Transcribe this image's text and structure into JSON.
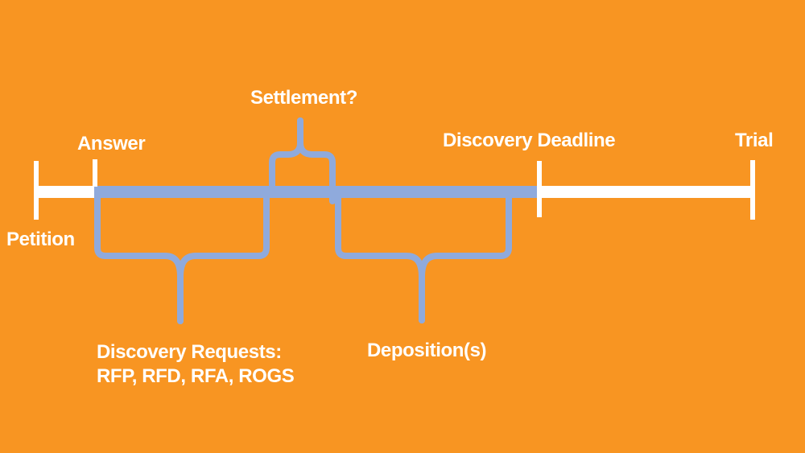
{
  "colors": {
    "background": "#F89522",
    "brace_blue": "#8FAADC",
    "line_white": "#FFFFFF",
    "text_white": "#FFFFFF"
  },
  "diagram": {
    "type": "litigation-timeline",
    "milestones": [
      {
        "id": "petition",
        "label": "Petition",
        "label_position": "below-line"
      },
      {
        "id": "answer",
        "label": "Answer",
        "label_position": "above-line"
      },
      {
        "id": "discovery-deadline",
        "label": "Discovery Deadline",
        "label_position": "above-line"
      },
      {
        "id": "trial",
        "label": "Trial",
        "label_position": "above-line"
      }
    ],
    "callouts": [
      {
        "id": "settlement",
        "label": "Settlement?",
        "brace_direction": "up"
      },
      {
        "id": "discovery-requests",
        "line1": "Discovery Requests:",
        "line2": "RFP, RFD, RFA, ROGS",
        "brace_direction": "down"
      },
      {
        "id": "depositions",
        "label": "Deposition(s)",
        "brace_direction": "down"
      }
    ]
  }
}
